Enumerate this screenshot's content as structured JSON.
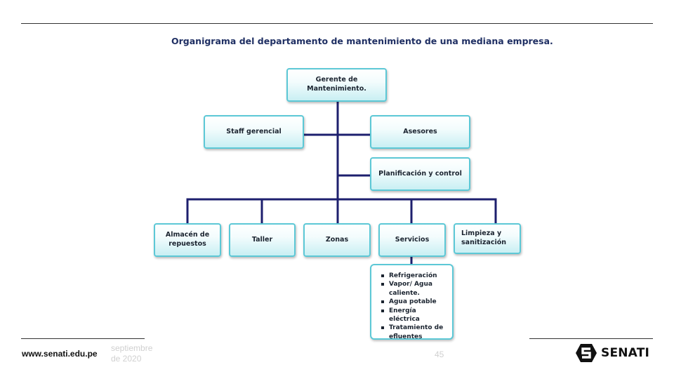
{
  "title": "Organigrama del departamento de mantenimiento de una mediana empresa.",
  "nodes": {
    "gerente": "Gerente de\nMantenimiento.",
    "staff": "Staff gerencial",
    "asesores": "Asesores",
    "planificacion": "Planificación y control",
    "almacen": "Almacén de\nrepuestos",
    "taller": "Taller",
    "zonas": "Zonas",
    "servicios": "Servicios",
    "limpieza": "Limpieza y\nsanitización"
  },
  "servicios_items": [
    "Refrigeración",
    "Vapor/ Agua caliente.",
    "Agua potable",
    "Energía eléctrica",
    "Tratamiento de efluentes"
  ],
  "colors": {
    "title": "#1f2f63",
    "connector": "#1d1f6e",
    "box_border": "#5cc8d6",
    "box_fill_bottom": "#c9eff3",
    "footer_muted": "#d0d0d0"
  },
  "footer": {
    "url": "www.senati.edu.pe",
    "date": "septiembre\nde 2020",
    "page_number": "45",
    "logo_text": "SENATI",
    "logo_icon": "senati-s-icon"
  }
}
